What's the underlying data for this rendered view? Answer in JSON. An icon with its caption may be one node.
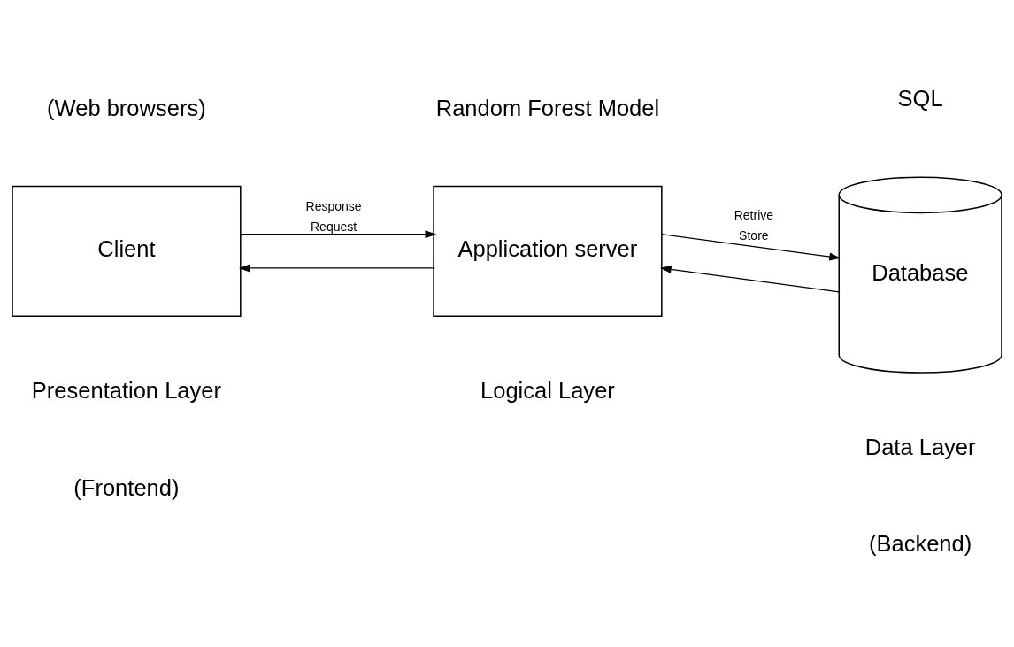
{
  "diagram": {
    "nodes": [
      {
        "text": [
          "Client"
        ]
      },
      {
        "text": [
          "Application server"
        ]
      },
      {
        "text": [
          "Database"
        ]
      }
    ],
    "edges": [
      {
        "from": 0,
        "to": 1,
        "arrow": "to",
        "label": "Request"
      },
      {
        "from": 1,
        "to": 0,
        "arrow": "to",
        "label": "Response"
      },
      {
        "from": 1,
        "to": 2,
        "arrow": "to",
        "label": "Store"
      },
      {
        "from": 2,
        "to": 1,
        "arrow": "to",
        "label": "Retrive"
      }
    ],
    "labels": [
      "(Web browsers)",
      "Random Forest Model",
      "SQL",
      "Presentation Layer",
      "Logical Layer",
      "Data Layer",
      "(Frontend)",
      "(Backend)"
    ]
  }
}
